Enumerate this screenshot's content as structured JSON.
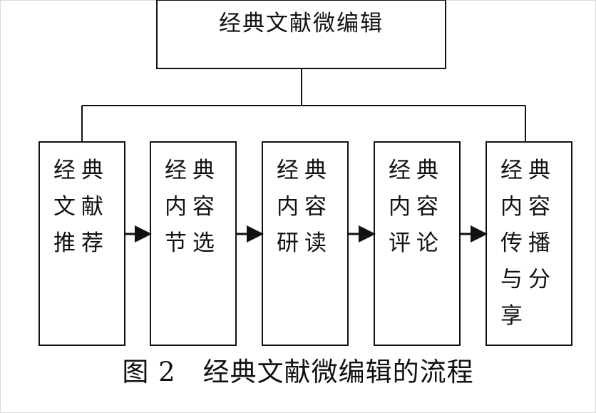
{
  "diagram": {
    "root": {
      "label": "经典文献微编辑"
    },
    "steps": [
      {
        "label": "经典文献推荐"
      },
      {
        "label": "经典内容节选"
      },
      {
        "label": "经典内容研读"
      },
      {
        "label": "经典内容评论"
      },
      {
        "label": "经典内容传播与分享"
      }
    ]
  },
  "caption": {
    "figure_number": "图 2",
    "title": "经典文献微编辑的流程"
  }
}
